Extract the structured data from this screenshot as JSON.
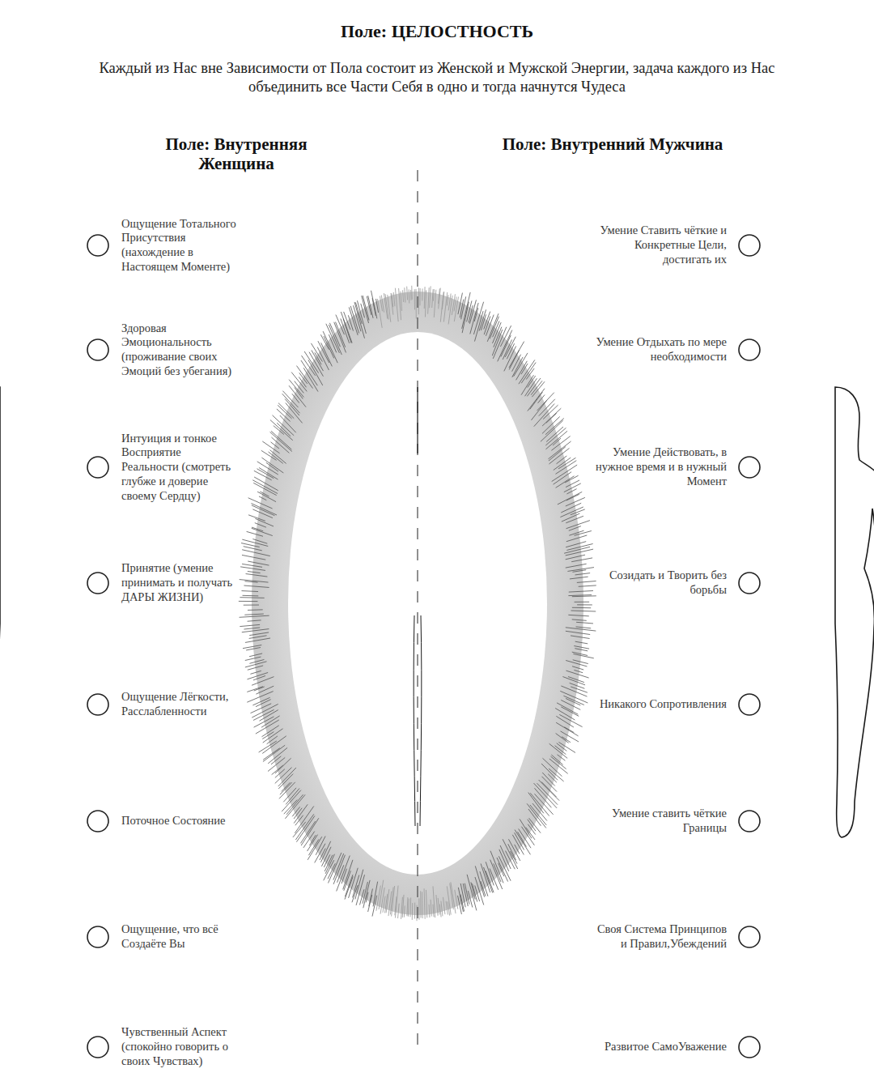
{
  "diagram": {
    "title": "Поле: ЦЕЛОСТНОСТЬ",
    "caption": "Каждый из Нас вне Зависимости от Пола состоит из Женской и Мужской Энергии, задача каждого из Нас объединить все Части Себя в одно и тогда начнутся Чудеса",
    "labels": [
      "Поле: Внутренняя Женщина",
      "Поле: Внутренний Мужчина",
      "Ощущение Тотального Присутствия (нахождение в Настоящем Моменте)",
      "Здоровая Эмоциональность (проживание своих Эмоций без убегания)",
      "Интуиция и тонкое Восприятие Реальности (смотреть глубже и доверие своему Сердцу)",
      "Принятие (умение принимать и получать ДАРЫ ЖИЗНИ)",
      "Ощущение Лёгкости, Расслабленности",
      "Поточное Состояние",
      "Ощущение, что всё Создаёте Вы",
      "Чувственный Аспект (спокойно говорить о своих Чувствах)",
      "Умение Ставить чёткие и Конкретные Цели, достигать их",
      "Умение Отдыхать по мере необходимости",
      "Умение Действовать, в нужное время и в нужный Момент",
      "Созидать и Творить без борьбы",
      "Никакого Сопротивления",
      "Умение ставить чёткие Границы",
      "Своя Система Принципов и Правил,Убеждений",
      "Развитое СамоУважение"
    ]
  }
}
